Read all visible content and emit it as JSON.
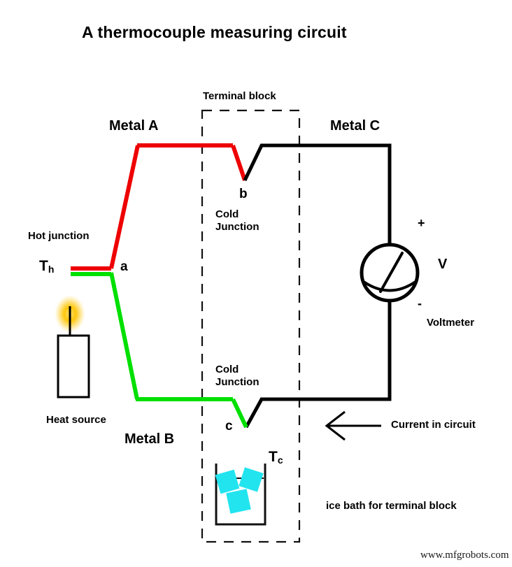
{
  "title": "A thermocouple measuring circuit",
  "labels": {
    "terminal_block": "Terminal block",
    "metal_a": "Metal A",
    "metal_b": "Metal B",
    "metal_c": "Metal C",
    "hot_junction": "Hot junction",
    "heat_source": "Heat source",
    "junction_a": "a",
    "junction_b": "b",
    "junction_c": "c",
    "cold_junction_top": "Cold\nJunction",
    "cold_junction_bottom": "Cold\nJunction",
    "cold_junction_line1": "Cold",
    "cold_junction_line2": "Junction",
    "t_hot": "T",
    "t_hot_sub": "h",
    "t_cold": "T",
    "t_cold_sub": "c",
    "plus_sign": "+",
    "minus_sign": "-",
    "voltmeter_symbol": "V",
    "voltmeter_name": "Voltmeter",
    "current_in_circuit": "Current in circuit",
    "ice_bath": "ice bath for terminal block"
  },
  "watermark": "www.mfgrobots.com",
  "colors": {
    "metal_a_wire": "#ee0000",
    "metal_b_wire": "#00e000",
    "metal_c_wire": "#000000",
    "ice_cube": "#22e4ef",
    "flame_outer": "#ffc400",
    "flame_inner": "#ffe070",
    "background": "#ffffff",
    "text": "#000000"
  },
  "icons": {
    "voltmeter": "voltmeter-gauge-icon",
    "candle": "candle-flame-icon",
    "beaker": "ice-bath-beaker-icon",
    "arrow": "current-direction-arrow-icon"
  }
}
